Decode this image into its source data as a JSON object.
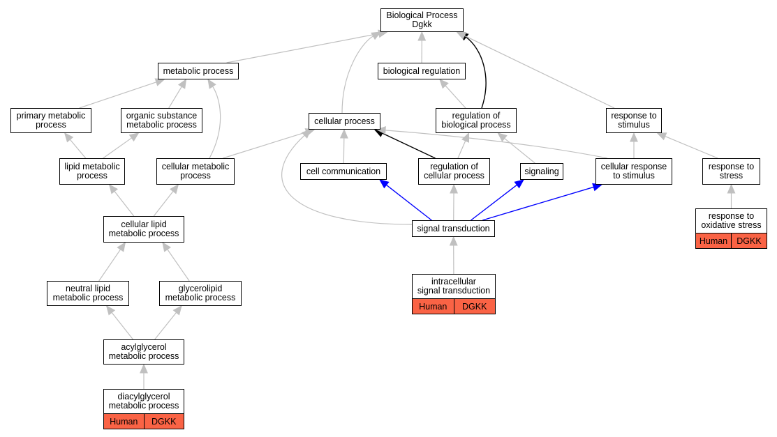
{
  "graph": {
    "colors": {
      "default_edge": "#c0c0c0",
      "root_edge": "#000000",
      "signal_edge": "#0000ff",
      "annotation_fill": "#fa6345"
    },
    "nodes": [
      {
        "id": "root",
        "name": "go-node-biological-process",
        "label": "Biological Process\nDgkk"
      },
      {
        "id": "metabolic",
        "name": "go-node-metabolic-process",
        "label": "metabolic process"
      },
      {
        "id": "bioreg",
        "name": "go-node-biological-regulation",
        "label": "biological regulation"
      },
      {
        "id": "primary",
        "name": "go-node-primary-metabolic-process",
        "label": "primary metabolic\nprocess"
      },
      {
        "id": "organic",
        "name": "go-node-organic-substance-metabolic-process",
        "label": "organic substance\nmetabolic process"
      },
      {
        "id": "cellproc",
        "name": "go-node-cellular-process",
        "label": "cellular process"
      },
      {
        "id": "regbio",
        "name": "go-node-regulation-of-biological-process",
        "label": "regulation of\nbiological process"
      },
      {
        "id": "stimulus",
        "name": "go-node-response-to-stimulus",
        "label": "response to\nstimulus"
      },
      {
        "id": "lipid",
        "name": "go-node-lipid-metabolic-process",
        "label": "lipid metabolic\nprocess"
      },
      {
        "id": "cellmet",
        "name": "go-node-cellular-metabolic-process",
        "label": "cellular metabolic\nprocess"
      },
      {
        "id": "cellcomm",
        "name": "go-node-cell-communication",
        "label": "cell communication"
      },
      {
        "id": "regcell",
        "name": "go-node-regulation-of-cellular-process",
        "label": "regulation of\ncellular process"
      },
      {
        "id": "signaling",
        "name": "go-node-signaling",
        "label": "signaling"
      },
      {
        "id": "cellresp",
        "name": "go-node-cellular-response-to-stimulus",
        "label": "cellular response\nto stimulus"
      },
      {
        "id": "stress",
        "name": "go-node-response-to-stress",
        "label": "response to\nstress"
      },
      {
        "id": "celllipid",
        "name": "go-node-cellular-lipid-metabolic-process",
        "label": "cellular lipid\nmetabolic process"
      },
      {
        "id": "sigtrans",
        "name": "go-node-signal-transduction",
        "label": "signal transduction"
      },
      {
        "id": "oxid",
        "name": "go-node-response-to-oxidative-stress",
        "label": "response to\noxidative stress",
        "tags": [
          "Human",
          "DGKK"
        ]
      },
      {
        "id": "neutral",
        "name": "go-node-neutral-lipid-metabolic-process",
        "label": "neutral lipid\nmetabolic process"
      },
      {
        "id": "glycero",
        "name": "go-node-glycerolipid-metabolic-process",
        "label": "glycerolipid\nmetabolic process"
      },
      {
        "id": "intra",
        "name": "go-node-intracellular-signal-transduction",
        "label": "intracellular\nsignal transduction",
        "tags": [
          "Human",
          "DGKK"
        ]
      },
      {
        "id": "acyl",
        "name": "go-node-acylglycerol-metabolic-process",
        "label": "acylglycerol\nmetabolic process"
      },
      {
        "id": "diacyl",
        "name": "go-node-diacylglycerol-metabolic-process",
        "label": "diacylglycerol\nmetabolic process",
        "tags": [
          "Human",
          "DGKK"
        ]
      }
    ],
    "edges": [
      {
        "from": "metabolic",
        "to": "root",
        "style": "default"
      },
      {
        "from": "bioreg",
        "to": "root",
        "style": "default"
      },
      {
        "from": "cellproc",
        "to": "root",
        "style": "default"
      },
      {
        "from": "regbio",
        "to": "root",
        "style": "root"
      },
      {
        "from": "stimulus",
        "to": "root",
        "style": "default"
      },
      {
        "from": "primary",
        "to": "metabolic",
        "style": "default"
      },
      {
        "from": "organic",
        "to": "metabolic",
        "style": "default"
      },
      {
        "from": "cellmet",
        "to": "metabolic",
        "style": "default"
      },
      {
        "from": "regbio",
        "to": "bioreg",
        "style": "default"
      },
      {
        "from": "lipid",
        "to": "primary",
        "style": "default"
      },
      {
        "from": "lipid",
        "to": "organic",
        "style": "default"
      },
      {
        "from": "cellmet",
        "to": "cellproc",
        "style": "default"
      },
      {
        "from": "cellcomm",
        "to": "cellproc",
        "style": "default"
      },
      {
        "from": "regcell",
        "to": "cellproc",
        "style": "root"
      },
      {
        "from": "cellresp",
        "to": "cellproc",
        "style": "default"
      },
      {
        "from": "sigtrans",
        "to": "cellproc",
        "style": "default"
      },
      {
        "from": "regcell",
        "to": "regbio",
        "style": "default"
      },
      {
        "from": "signaling",
        "to": "regbio",
        "style": "default"
      },
      {
        "from": "cellresp",
        "to": "stimulus",
        "style": "default"
      },
      {
        "from": "stress",
        "to": "stimulus",
        "style": "default"
      },
      {
        "from": "oxid",
        "to": "stress",
        "style": "default"
      },
      {
        "from": "celllipid",
        "to": "lipid",
        "style": "default"
      },
      {
        "from": "celllipid",
        "to": "cellmet",
        "style": "default"
      },
      {
        "from": "neutral",
        "to": "celllipid",
        "style": "default"
      },
      {
        "from": "glycero",
        "to": "celllipid",
        "style": "default"
      },
      {
        "from": "acyl",
        "to": "neutral",
        "style": "default"
      },
      {
        "from": "acyl",
        "to": "glycero",
        "style": "default"
      },
      {
        "from": "diacyl",
        "to": "acyl",
        "style": "default"
      },
      {
        "from": "sigtrans",
        "to": "cellcomm",
        "style": "signal"
      },
      {
        "from": "sigtrans",
        "to": "regcell",
        "style": "default"
      },
      {
        "from": "sigtrans",
        "to": "signaling",
        "style": "signal"
      },
      {
        "from": "sigtrans",
        "to": "cellresp",
        "style": "signal"
      },
      {
        "from": "intra",
        "to": "sigtrans",
        "style": "default"
      }
    ]
  }
}
